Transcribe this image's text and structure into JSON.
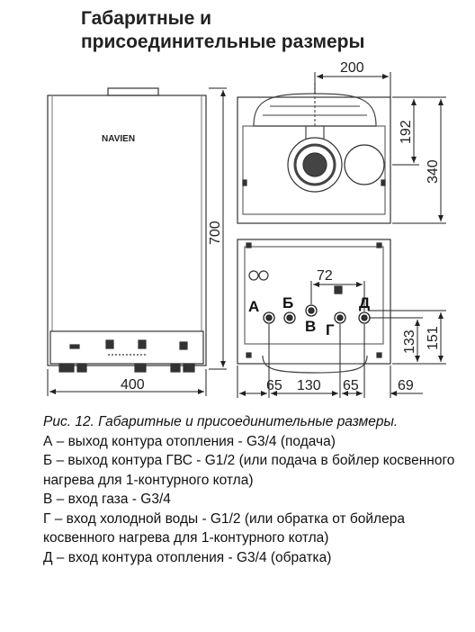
{
  "title": {
    "line1": "Габаритные и",
    "line2": "присоединительные размеры"
  },
  "brand": "NAVIEN",
  "dimensions": {
    "front_width": "400",
    "front_height": "700",
    "top_depth": "200",
    "top_flue_offset": "192",
    "top_total": "340",
    "port_spacing": "72",
    "bottom_65_left": "65",
    "bottom_130": "130",
    "bottom_65_right": "65",
    "bottom_69": "69",
    "height_133": "133",
    "height_151": "151"
  },
  "ports": {
    "a": "А",
    "b": "Б",
    "v": "В",
    "g": "Г",
    "d": "Д"
  },
  "caption": {
    "figure": "Рис. 12. Габаритные и присоединительные размеры.",
    "lines": [
      "А – выход контура отопления - G3/4 (подача)",
      "Б – выход контура ГВС - G1/2 (или подача в бойлер косвенного нагрева для 1-контурного котла)",
      "В – вход газа - G3/4",
      "Г – вход холодной воды - G1/2 (или обратка от бойлера косвенного нагрева для 1-контурного котла)",
      "Д – вход контура отопления - G3/4 (обратка)"
    ]
  }
}
